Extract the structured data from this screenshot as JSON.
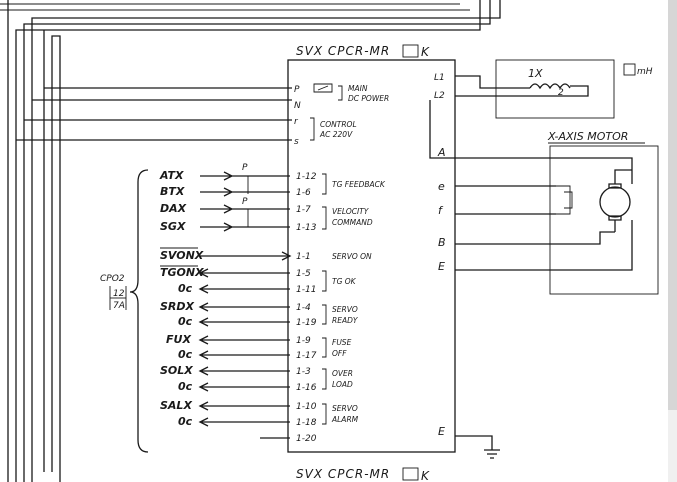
{
  "title_top": "SVX  CPCR-MR",
  "title_suffix": "K",
  "title_bottom": "SVX  CPCR-MR",
  "connector": {
    "name": "CPO2",
    "code_top": "12",
    "code_bottom": "7A"
  },
  "inductor": {
    "label": "1X",
    "pin": "2",
    "unit": "mH"
  },
  "motor_label": "X-AXIS  MOTOR",
  "power_terminals": [
    "P",
    "N",
    "r",
    "s"
  ],
  "power_groups": [
    {
      "label": "MAIN",
      "label2": "DC POWER"
    },
    {
      "label": "CONTROL",
      "label2": "AC 220V"
    }
  ],
  "signals": [
    {
      "name": "ATX",
      "pin": "1-12"
    },
    {
      "name": "BTX",
      "pin": "1-6"
    },
    {
      "name": "DAX",
      "pin": "1-7"
    },
    {
      "name": "SGX",
      "pin": "1-13"
    },
    {
      "name": "SVONX",
      "pin": "1-1"
    },
    {
      "name": "TGONX",
      "pin": "1-5"
    },
    {
      "name": "0c",
      "pin": "1-11"
    },
    {
      "name": "SRDX",
      "pin": "1-4"
    },
    {
      "name": "0c",
      "pin": "1-19"
    },
    {
      "name": "FUX",
      "pin": "1-9"
    },
    {
      "name": "0c",
      "pin": "1-17"
    },
    {
      "name": "SOLX",
      "pin": "1-3"
    },
    {
      "name": "0c",
      "pin": "1-16"
    },
    {
      "name": "SALX",
      "pin": "1-10"
    },
    {
      "name": "0c",
      "pin": "1-18"
    },
    {
      "name": "",
      "pin": "1-20"
    }
  ],
  "signal_groups": [
    {
      "label": "TG FEEDBACK",
      "label2": ""
    },
    {
      "label": "VELOCITY",
      "label2": "COMMAND"
    },
    {
      "label": "SERVO ON",
      "label2": ""
    },
    {
      "label": "TG OK",
      "label2": ""
    },
    {
      "label": "SERVO",
      "label2": "READY"
    },
    {
      "label": "FUSE",
      "label2": "OFF"
    },
    {
      "label": "OVER",
      "label2": "LOAD"
    },
    {
      "label": "SERVO",
      "label2": "ALARM"
    }
  ],
  "p_marks": [
    "P",
    "P"
  ],
  "right_terminals": [
    "L1",
    "L2",
    "A",
    "e",
    "f",
    "B",
    "E",
    "E"
  ]
}
